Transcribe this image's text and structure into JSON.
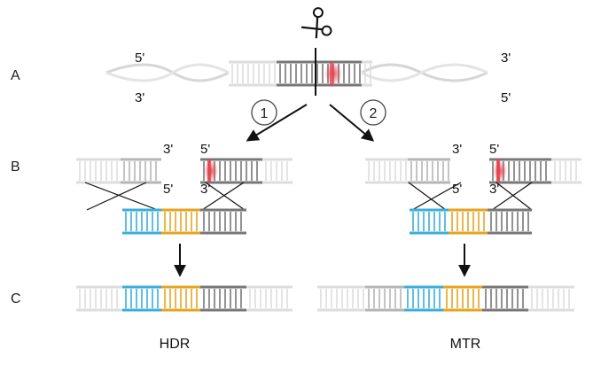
{
  "row_labels": {
    "a": "A",
    "b": "B",
    "c": "C"
  },
  "ends": {
    "a_top_left": "5'",
    "a_bottom_left": "3'",
    "a_top_right": "3'",
    "a_bottom_right": "5'",
    "b1_left_top": "3'",
    "b1_left_bottom": "5'",
    "b1_right_top": "5'",
    "b1_right_bottom": "3'",
    "b2_left_top": "3'",
    "b2_left_bottom": "5'",
    "b2_right_top": "5'",
    "b2_right_bottom": "3'"
  },
  "pathways": {
    "one": "1",
    "two": "2"
  },
  "captions": {
    "left": "HDR",
    "right": "MTR"
  },
  "colors": {
    "faded_dna": "#dddddd",
    "light_dna": "#b5b5b5",
    "dark_dna": "#777777",
    "cut_highlight": "#e8404e",
    "homology_arm": "#3aaed8",
    "insert": "#e6a321",
    "arrow": "#111111"
  },
  "icons": [
    "scissors-icon",
    "cut-line",
    "arrow-icon"
  ]
}
